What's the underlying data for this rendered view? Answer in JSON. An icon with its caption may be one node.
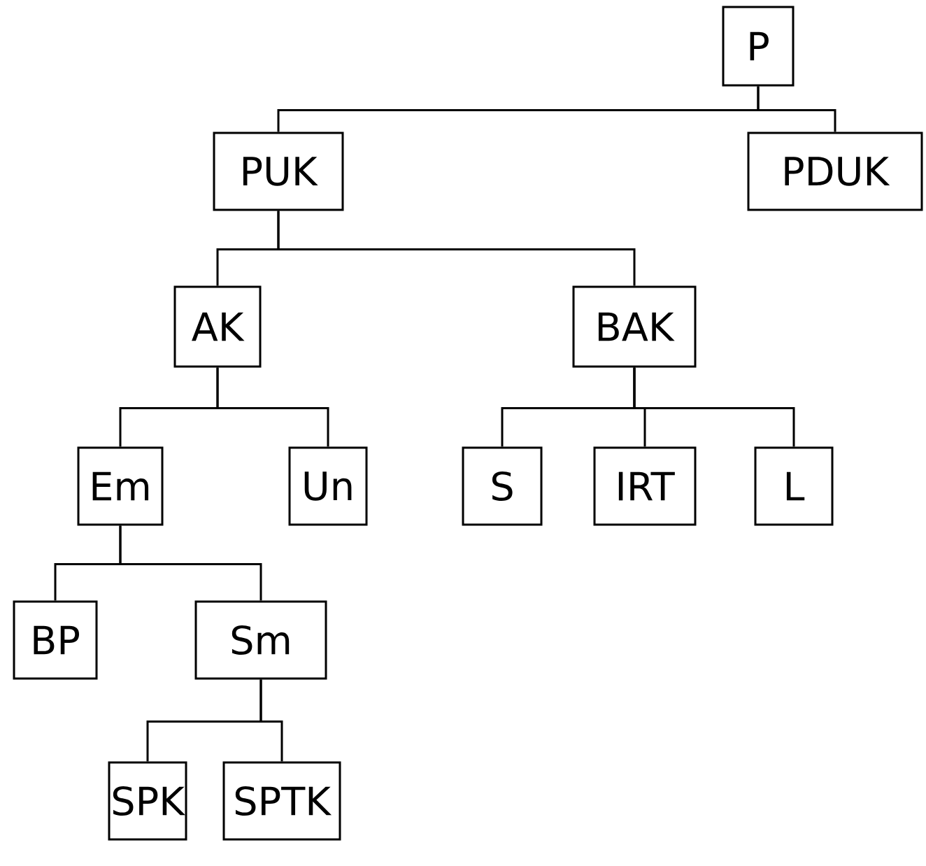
{
  "diagram": {
    "nodes": [
      {
        "text": [
          "P"
        ]
      },
      {
        "text": [
          "PUK"
        ]
      },
      {
        "text": [
          "PDUK"
        ]
      },
      {
        "text": [
          "AK"
        ]
      },
      {
        "text": [
          "BAK"
        ]
      },
      {
        "text": [
          "Em"
        ]
      },
      {
        "text": [
          "Un"
        ]
      },
      {
        "text": [
          "S"
        ]
      },
      {
        "text": [
          "IRT"
        ]
      },
      {
        "text": [
          "L"
        ]
      },
      {
        "text": [
          "BP"
        ]
      },
      {
        "text": [
          "Sm"
        ]
      },
      {
        "text": [
          "SPK"
        ]
      },
      {
        "text": [
          "SPTK"
        ]
      }
    ],
    "edges": [
      {
        "from": 0,
        "to": 1,
        "arrow": "none"
      },
      {
        "from": 0,
        "to": 2,
        "arrow": "none"
      },
      {
        "from": 1,
        "to": 3,
        "arrow": "none"
      },
      {
        "from": 1,
        "to": 4,
        "arrow": "none"
      },
      {
        "from": 3,
        "to": 5,
        "arrow": "none"
      },
      {
        "from": 3,
        "to": 6,
        "arrow": "none"
      },
      {
        "from": 4,
        "to": 7,
        "arrow": "none"
      },
      {
        "from": 4,
        "to": 8,
        "arrow": "none"
      },
      {
        "from": 4,
        "to": 9,
        "arrow": "none"
      },
      {
        "from": 5,
        "to": 10,
        "arrow": "none"
      },
      {
        "from": 5,
        "to": 11,
        "arrow": "none"
      },
      {
        "from": 11,
        "to": 12,
        "arrow": "none"
      },
      {
        "from": 11,
        "to": 13,
        "arrow": "none"
      }
    ]
  }
}
